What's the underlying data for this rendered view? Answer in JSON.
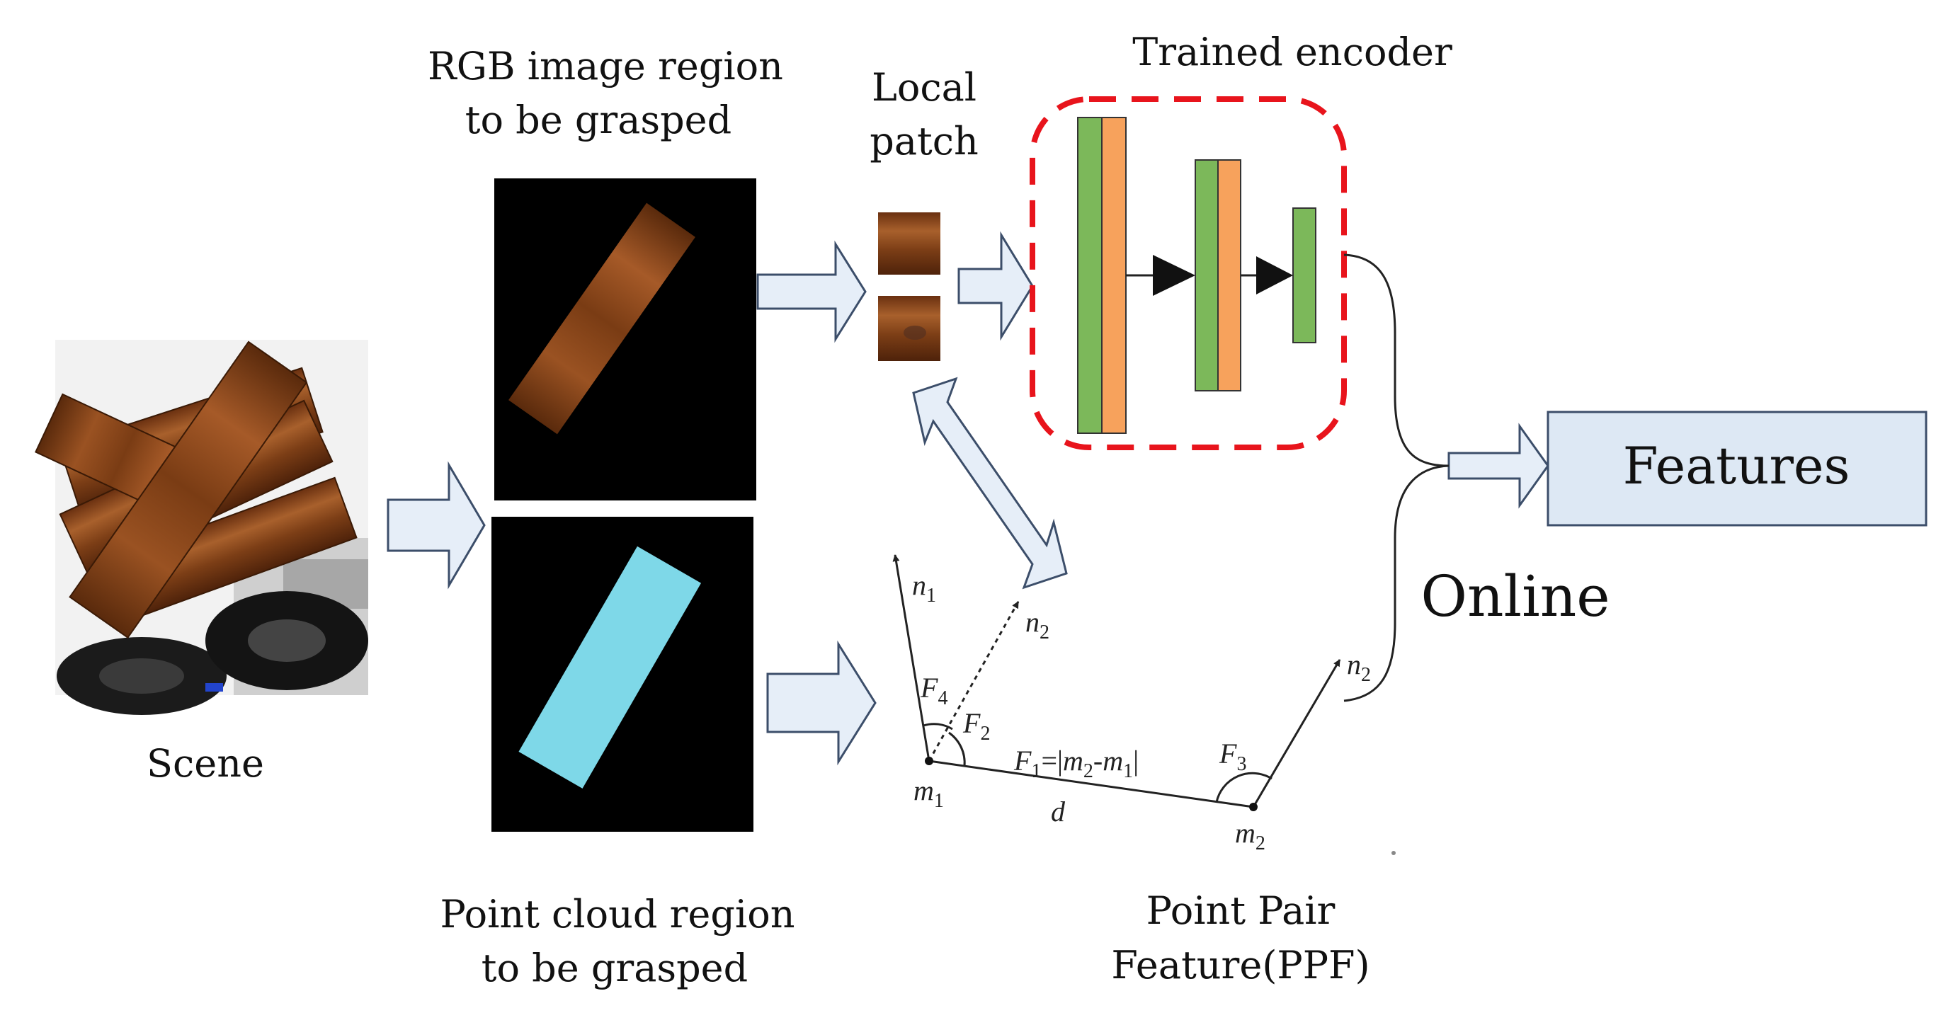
{
  "labels": {
    "scene": "Scene",
    "rgb_region_line1": "RGB image region",
    "rgb_region_line2": "to be grasped",
    "local_patch_line1": "Local",
    "local_patch_line2": "patch",
    "trained_encoder": "Trained encoder",
    "features": "Features",
    "online": "Online",
    "point_cloud_line1": "Point cloud region",
    "point_cloud_line2": "to be grasped",
    "ppf_line1": "Point Pair",
    "ppf_line2": "Feature(PPF)"
  },
  "ppf_math": {
    "n": "n",
    "m": "m",
    "F": "F",
    "d": "d",
    "sub1": "1",
    "sub2": "2",
    "sub3": "3",
    "sub4": "4",
    "f1_eq": "=|",
    "dash": "-",
    "bar": "|"
  },
  "colors": {
    "arrow_fill": "#e6eef8",
    "arrow_stroke": "#3c4e6a",
    "layer_green": "#7cb85a",
    "layer_orange": "#f7a25c",
    "encoder_dash": "#e8141c",
    "features_box": "#dde8f4",
    "cyan_region": "#7ed8e8",
    "wood": "#8a4317"
  }
}
